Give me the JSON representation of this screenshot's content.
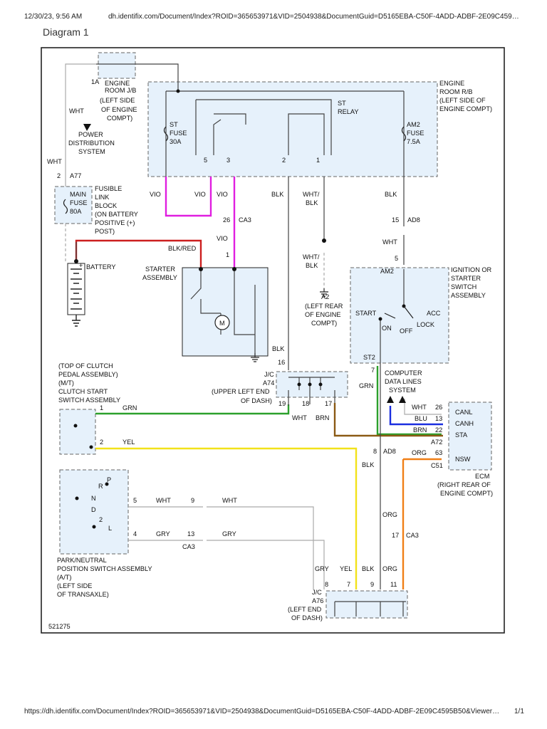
{
  "header": {
    "date": "12/30/23, 9:56 AM",
    "url": "dh.identifix.com/Document/Index?ROID=365653971&VID=2504938&DocumentGuid=D5165EBA-C50F-4ADD-ADBF-2E09C459…"
  },
  "title": "Diagram 1",
  "footer": {
    "url": "https://dh.identifix.com/Document/Index?ROID=365653971&VID=2504938&DocumentGuid=D5165EBA-C50F-4ADD-ADBF-2E09C4595B50&Viewer…",
    "page": "1/1"
  },
  "diagram": {
    "figure_id": "521275",
    "wire_colors": {
      "VIO": "#e01ee0",
      "GRN": "#2ca02c",
      "YEL": "#f2e21a",
      "BRN": "#8b5a14",
      "BLU": "#1a2ee0",
      "ORG": "#f07f16",
      "RED": "#cc1f1f",
      "WHT": "#c8c8c8",
      "BLK": "#444444",
      "GRY": "#999999",
      "HILITE": "#e6f1fb"
    },
    "labels": {
      "l1a": "1A",
      "ej1": "ENGINE",
      "ej2": "ROOM J/B",
      "ej3": "(LEFT SIDE",
      "ej4": "OF ENGINE",
      "ej5": "COMPT)",
      "whtA": "WHT",
      "pd1": "POWER",
      "pd2": "DISTRIBUTION",
      "pd3": "SYSTEM",
      "whtB": "WHT",
      "p2": "2",
      "a77": "A77",
      "fl1": "FUSIBLE",
      "fl2": "LINK",
      "fl3": "BLOCK",
      "fl4": "(ON BATTERY",
      "fl5": "POSITIVE (+)",
      "fl6": "POST)",
      "mf1": "MAIN",
      "mf2": "FUSE",
      "mf3": "80A",
      "battery": "BATTERY",
      "plus": "+",
      "blkred": "BLK/RED",
      "er1": "ENGINE",
      "er2": "ROOM R/B",
      "er3": "(LEFT SIDE OF",
      "er4": "ENGINE COMPT)",
      "st1": "ST",
      "st2": "FUSE",
      "st3": "30A",
      "am1": "AM2",
      "am2": "FUSE",
      "am3": "7.5A",
      "sr1": "ST",
      "sr2": "RELAY",
      "rp5": "5",
      "rp3": "3",
      "rp2": "2",
      "rp1": "1",
      "vio1": "VIO",
      "vio2": "VIO",
      "vio3": "VIO",
      "blk1": "BLK",
      "wb1": "WHT/",
      "wb2": "BLK",
      "blk2": "BLK",
      "p26": "26",
      "ca3a": "CA3",
      "vio4": "VIO",
      "p1s": "1",
      "p15": "15",
      "ad8a": "AD8",
      "wht3": "WHT",
      "p5i": "5",
      "wb3": "WHT/",
      "wb4": "BLK",
      "a2": "A2",
      "lr1": "(LEFT REAR",
      "lr2": "OF ENGINE",
      "lr3": "COMPT)",
      "sa1": "STARTER",
      "sa2": "ASSEMBLY",
      "motor": "M",
      "ig1": "IGNITION OR",
      "ig2": "STARTER",
      "ig3": "SWITCH",
      "ig4": "ASSEMBLY",
      "am2k": "AM2",
      "start": "START",
      "on": "ON",
      "off": "OFF",
      "acc": "ACC",
      "lock": "LOCK",
      "st2k": "ST2",
      "p7": "7",
      "cd1": "COMPUTER",
      "cd2": "DATA LINES",
      "cd3": "SYSTEM",
      "blk3": "BLK",
      "p16": "16",
      "jc1": "J/C",
      "jc2": "A74",
      "jc3": "(UPPER LEFT END",
      "jc4": "OF DASH)",
      "p19": "19",
      "p18": "18",
      "p17": "17",
      "grn1": "GRN",
      "wht4": "WHT",
      "brn1": "BRN",
      "cs1": "(TOP OF CLUTCH",
      "cs2": "PEDAL ASSEMBLY)",
      "cs3": "(M/T)",
      "cs4": "CLUTCH START",
      "cs5": "SWITCH ASSEMBLY",
      "c1": "1",
      "grn2": "GRN",
      "c2": "2",
      "yel1": "YEL",
      "w26": "WHT",
      "n26": "26",
      "canl": "CANL",
      "b13": "BLU",
      "n13": "13",
      "canh": "CANH",
      "br22": "BRN",
      "n22": "22",
      "sta": "STA",
      "a72": "A72",
      "p8a": "8",
      "ad8b": "AD8",
      "org1": "ORG",
      "p63": "63",
      "nsw": "NSW",
      "c51": "C51",
      "ecm1": "ECM",
      "ecm2": "(RIGHT REAR OF",
      "ecm3": "ENGINE COMPT)",
      "blk4": "BLK",
      "pP": "P",
      "pR": "R",
      "pN": "N",
      "pD": "D",
      "p2g": "2",
      "pL": "L",
      "n5": "5",
      "wht5": "WHT",
      "n9": "9",
      "wht6": "WHT",
      "n4": "4",
      "gry1": "GRY",
      "n13b": "13",
      "gry2": "GRY",
      "ca3b": "CA3",
      "org2": "ORG",
      "p17b": "17",
      "ca3c": "CA3",
      "pn1": "PARK/NEUTRAL",
      "pn2": "POSITION SWITCH ASSEMBLY",
      "pn3": "(A/T)",
      "pn4": "(LEFT SIDE",
      "pn5": "OF TRANSAXLE)",
      "gry3": "GRY",
      "yel2": "YEL",
      "blk5": "BLK",
      "org3": "ORG",
      "q8": "8",
      "q7": "7",
      "q9": "9",
      "q11": "11",
      "jd1": "J/C",
      "jd2": "A76",
      "jd3": "(LEFT END",
      "jd4": "OF DASH)"
    }
  }
}
